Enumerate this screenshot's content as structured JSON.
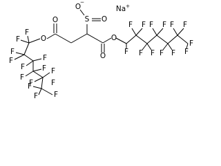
{
  "molecule": {
    "counterion": {
      "element": "Na",
      "charge": "+"
    },
    "sulfonate": {
      "sulfur": "S",
      "oxygen_anion": "O",
      "anion_charge": "−"
    },
    "ester_oxygens": [
      "O",
      "O"
    ],
    "carbonyl_oxygens": [
      "O",
      "O"
    ],
    "fluorine": "F"
  }
}
